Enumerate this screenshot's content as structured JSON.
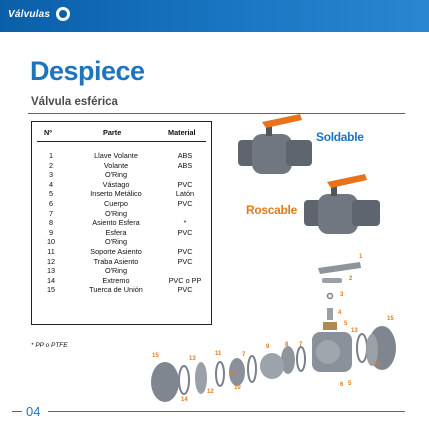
{
  "header": {
    "brand": "Válvulas"
  },
  "page": {
    "title": "Despiece",
    "subtitle": "Válvula esférica",
    "footnote": "* PP o PTFE",
    "page_number": "04"
  },
  "table": {
    "headers": [
      "Nº",
      "Parte",
      "Material"
    ],
    "rows": [
      [
        "1",
        "Llave Volante",
        "ABS"
      ],
      [
        "2",
        "Volante",
        "ABS"
      ],
      [
        "3",
        "O'Ring",
        ""
      ],
      [
        "4",
        "Vástago",
        "PVC"
      ],
      [
        "5",
        "Inserto Metálico",
        "Latón"
      ],
      [
        "6",
        "Cuerpo",
        "PVC"
      ],
      [
        "7",
        "O'Ring",
        ""
      ],
      [
        "8",
        "Asiento Esfera",
        "*"
      ],
      [
        "9",
        "Esfera",
        "PVC"
      ],
      [
        "10",
        "O'Ring",
        ""
      ],
      [
        "11",
        "Soporte Asiento",
        "PVC"
      ],
      [
        "12",
        "Traba Asiento",
        "PVC"
      ],
      [
        "13",
        "O'Ring",
        ""
      ],
      [
        "14",
        "Extremo",
        "PVC o PP"
      ],
      [
        "15",
        "Tuerca de Unión",
        "PVC"
      ]
    ]
  },
  "callouts": {
    "soldable": "Soldable",
    "roscable": "Roscable"
  },
  "part_labels": {
    "l1": "1",
    "l2": "2",
    "l3": "3",
    "l4": "4",
    "l5a": "5",
    "l5b": "5",
    "l6": "6",
    "l7a": "7",
    "l7b": "7",
    "l8": "8",
    "l9": "9",
    "l10": "10",
    "l11": "11",
    "l12": "12",
    "l13a": "13",
    "l13b": "13",
    "l13c": "13",
    "l14a": "14",
    "l14b": "14",
    "l15a": "15",
    "l15b": "15"
  },
  "colors": {
    "accent_blue": "#1e74bf",
    "accent_orange": "#e07b1d",
    "valve_gray": "#6f7680"
  }
}
